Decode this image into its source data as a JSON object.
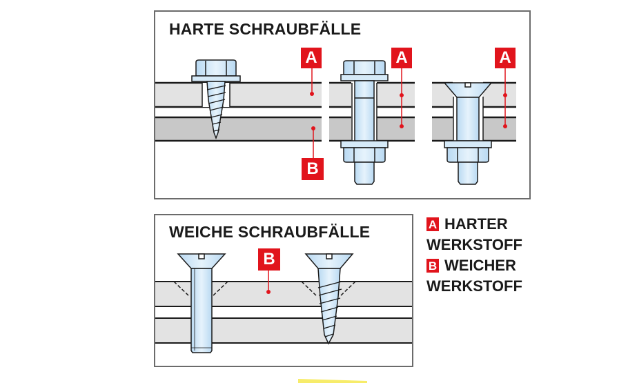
{
  "top_panel": {
    "title": "HARTE SCHRAUBFÄLLE",
    "callouts": [
      "A",
      "A",
      "A",
      "B"
    ]
  },
  "bottom_panel": {
    "title": "WEICHE SCHRAUBFÄLLE",
    "callouts": [
      "B"
    ]
  },
  "legend": {
    "items": [
      {
        "badge": "A",
        "line1": "HARTER",
        "line2": "WERKSTOFF"
      },
      {
        "badge": "B",
        "line1": "WEICHER",
        "line2": "WERKSTOFF"
      }
    ]
  },
  "colors": {
    "accent_red": "#e1141c",
    "plate_light": "#e3e3e3",
    "plate_dark": "#c8c8c8",
    "steel_blue": "#cfe6f7",
    "outline": "#1a1a1a",
    "border": "#6b6b6b"
  }
}
